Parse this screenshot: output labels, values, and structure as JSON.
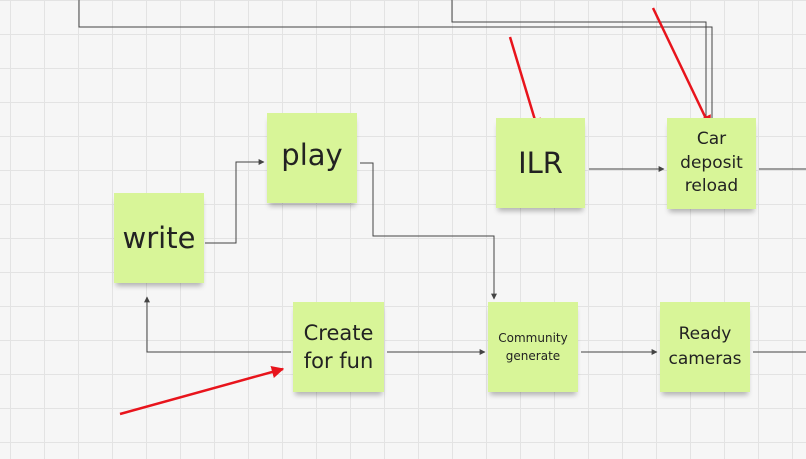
{
  "board": {
    "notes": [
      {
        "id": "write",
        "text": "write"
      },
      {
        "id": "play",
        "text": "play"
      },
      {
        "id": "ilr",
        "text": "ILR"
      },
      {
        "id": "car",
        "text": "Car\ndeposit\nreload"
      },
      {
        "id": "create",
        "text": "Create\nfor fun"
      },
      {
        "id": "community",
        "text": "Community\ngenerate"
      },
      {
        "id": "ready",
        "text": "Ready\ncameras"
      }
    ]
  },
  "colors": {
    "note_fill": "#d8f598",
    "connector": "#444444",
    "annotation_arrow": "#e8141c",
    "canvas": "#f6f6f6",
    "grid": "#e3e3e3"
  }
}
